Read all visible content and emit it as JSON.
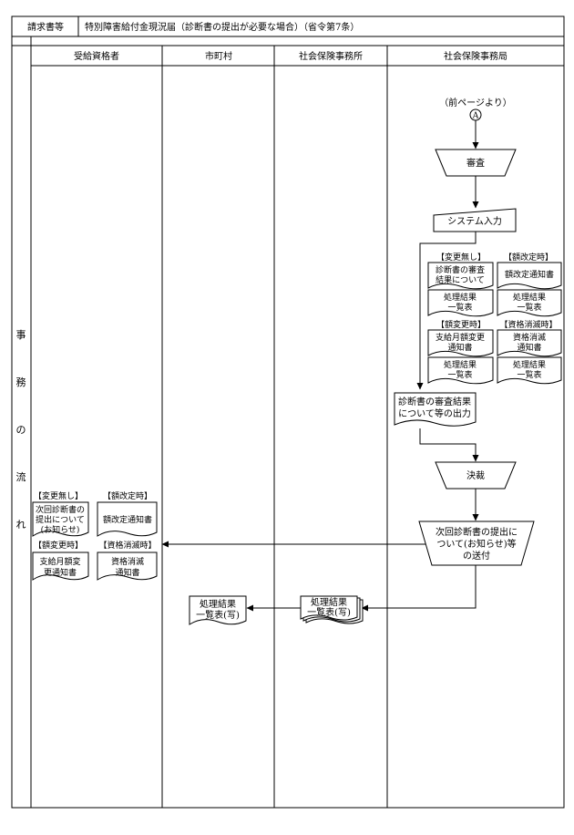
{
  "header": {
    "category_label": "請求書等",
    "form_title": "特別障害給付金現況届（診断書の提出が必要な場合）（省令第7条）"
  },
  "side_label": [
    "事",
    "務",
    "の",
    "流",
    "れ"
  ],
  "lanes": [
    "受給資格者",
    "市町村",
    "社会保険事務所",
    "社会保険事務局"
  ],
  "connector": {
    "note": "（前ページより）",
    "letter": "A"
  },
  "nodes": {
    "review": "審査",
    "system_input": "システム入力",
    "output": [
      "診断書の審査結果",
      "について等の出力"
    ],
    "decision": "決裁",
    "send": [
      "次回診断書の提出に",
      "ついて(お知らせ)等",
      "の送付"
    ],
    "office_list": [
      "処理結果",
      "一覧表(写)"
    ],
    "city_list": [
      "処理結果",
      "一覧表(写)"
    ]
  },
  "bureau_cases": [
    {
      "tag": "【変更無し】",
      "doc": [
        "診断書の審査",
        "結果について"
      ],
      "list": [
        "処理結果",
        "一覧表"
      ]
    },
    {
      "tag": "【額改定時】",
      "doc": [
        "額改定通知書"
      ],
      "list": [
        "処理結果",
        "一覧表"
      ]
    },
    {
      "tag": "【額変更時】",
      "doc": [
        "支給月額変更",
        "通知書"
      ],
      "list": [
        "処理結果",
        "一覧表"
      ]
    },
    {
      "tag": "【資格消滅時】",
      "doc": [
        "資格消滅",
        "通知書"
      ],
      "list": [
        "処理結果",
        "一覧表"
      ]
    }
  ],
  "recipient_cases": [
    {
      "tag": "【変更無し】",
      "doc": [
        "次回診断書の",
        "提出について",
        "(お知らせ)"
      ]
    },
    {
      "tag": "【額改定時】",
      "doc": [
        "額改定通知書"
      ]
    },
    {
      "tag": "【額変更時】",
      "doc": [
        "支給月額変",
        "更通知書"
      ]
    },
    {
      "tag": "【資格消滅時】",
      "doc": [
        "資格消滅",
        "通知書"
      ]
    }
  ]
}
